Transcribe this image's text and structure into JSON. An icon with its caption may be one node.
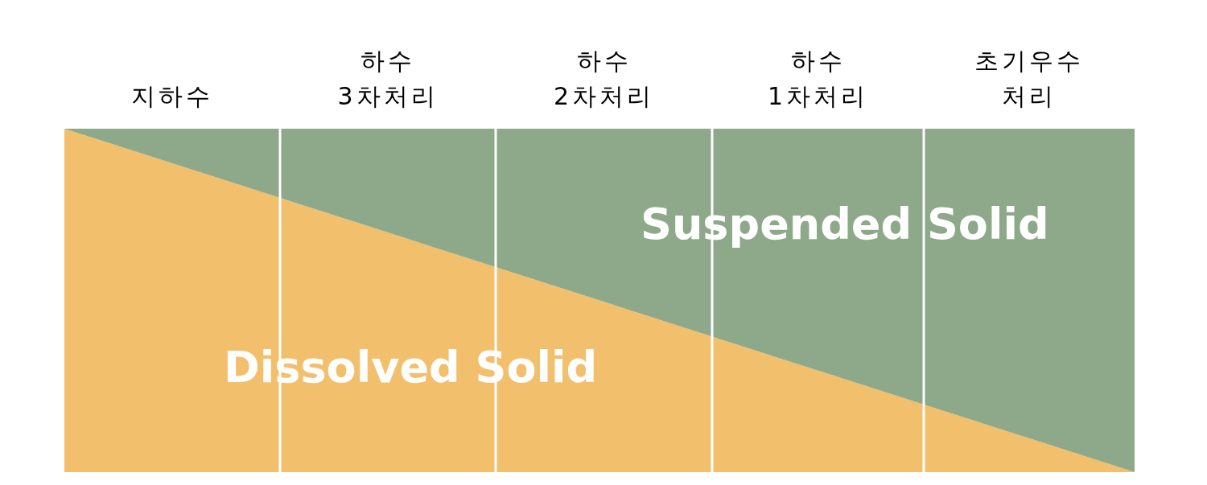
{
  "diagram": {
    "nodes": [
      {
        "text": [
          "Dissolved Solid"
        ]
      },
      {
        "text": [
          "Suspended Solid"
        ]
      }
    ],
    "labels": [
      "지하수",
      "하수 3차처리",
      "하수 2차처리",
      "하수 1차처리",
      "초기우수 처리"
    ]
  }
}
